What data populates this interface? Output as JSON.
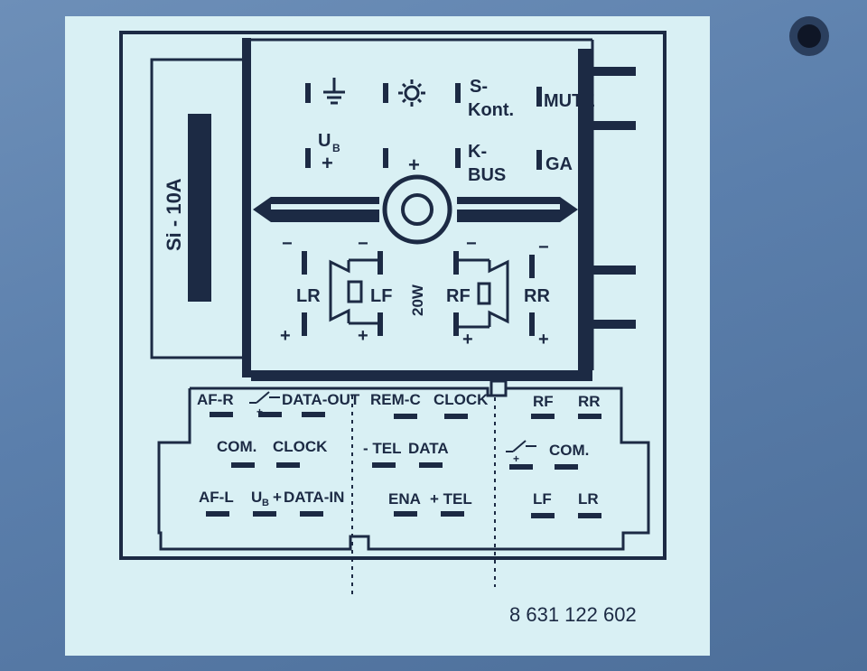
{
  "fuse": {
    "label": "Si - 10A"
  },
  "power_block": {
    "ground_icon": "ground-icon",
    "light_icon": "light-sun-icon",
    "s_kont": [
      "S-",
      "Kont."
    ],
    "mute": "MUTE",
    "ub": "U",
    "ub_sub": "B",
    "ub_plus": "+",
    "plus": "+",
    "kbus": [
      "K-",
      "BUS"
    ],
    "ga": "GA"
  },
  "speaker_block": {
    "lr": "LR",
    "lf": "LF",
    "rf": "RF",
    "rr": "RR",
    "power": "20W",
    "minus": "−",
    "plus": "+"
  },
  "connector": {
    "left": {
      "row1": [
        "AF-R",
        "DATA-OUT"
      ],
      "row2": [
        "COM.",
        "CLOCK"
      ],
      "row3": [
        "AF-L",
        "U",
        "B",
        "+",
        "DATA-IN"
      ]
    },
    "middle": {
      "row1": [
        "REM-C",
        "CLOCK"
      ],
      "row2": [
        "- TEL",
        "DATA"
      ],
      "row3": [
        "ENA",
        "+ TEL"
      ]
    },
    "right": {
      "row1": [
        "RF",
        "RR"
      ],
      "row2": [
        "COM."
      ],
      "row3": [
        "LF",
        "LR"
      ]
    }
  },
  "part_number": "8 631 122 602",
  "colors": {
    "label_bg": "#d9f0f4",
    "ink": "#1c2a44",
    "housing": "#5b7fac"
  }
}
